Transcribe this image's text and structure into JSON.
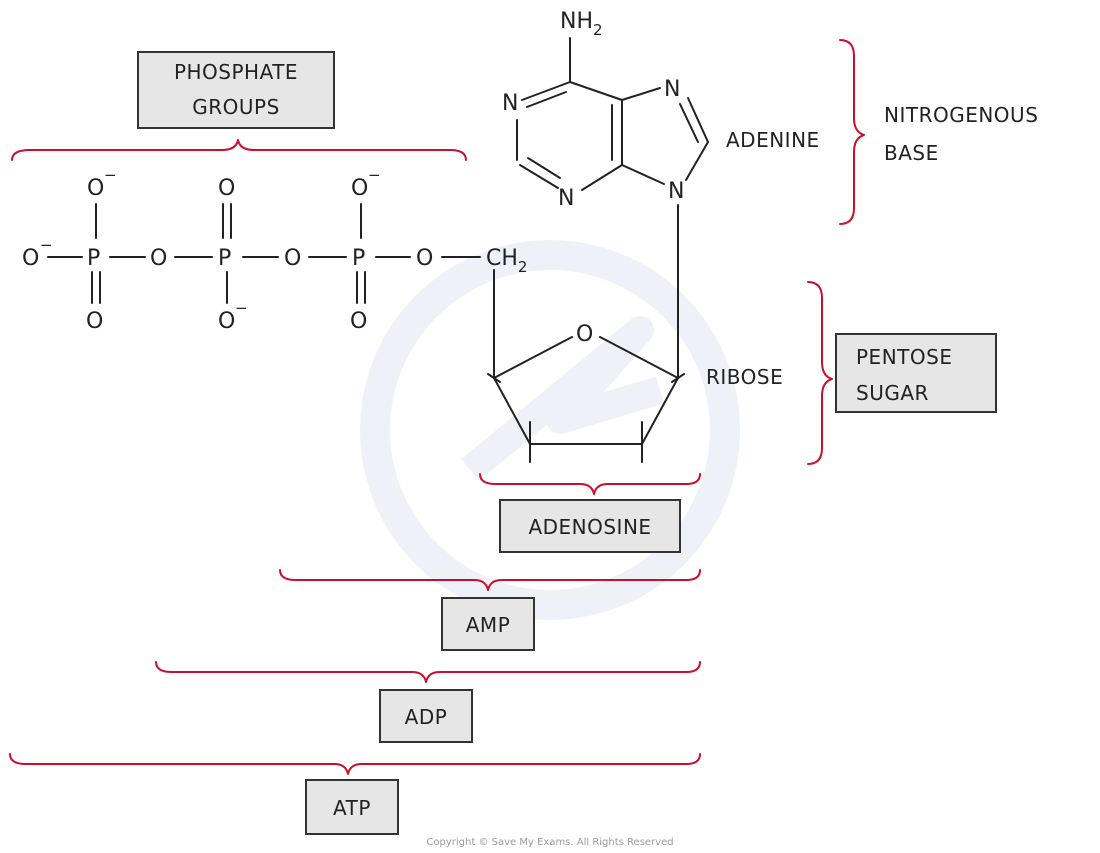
{
  "colors": {
    "brace": "#c8102e",
    "box_fill": "#e6e6e6",
    "ink": "#222222"
  },
  "labels": {
    "phosphate_groups": [
      "PHOSPHATE",
      "GROUPS"
    ],
    "adenine": "ADENINE",
    "nitrogenous_base": [
      "NITROGENOUS",
      "BASE"
    ],
    "ribose": "RIBOSE",
    "pentose_sugar": [
      "PENTOSE",
      "SUGAR"
    ],
    "adenosine": "ADENOSINE",
    "amp": "AMP",
    "adp": "ADP",
    "atp": "ATP"
  },
  "atoms": {
    "oxygen": "O",
    "phosphorus": "P",
    "nitrogen": "N",
    "charge": "−",
    "nh": "NH",
    "ch": "CH",
    "sub2": "2"
  },
  "copyright": "Copyright © Save My Exams. All Rights Reserved"
}
